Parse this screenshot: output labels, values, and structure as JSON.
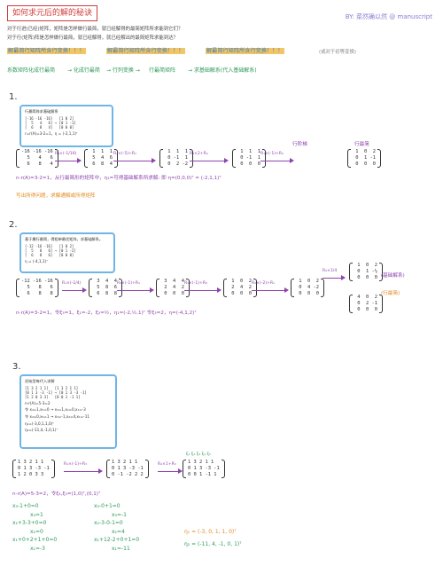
{
  "header": {
    "title": "如何求元后的解的秘诀",
    "author": "BY: 菜然确以然 @ manuscript"
  },
  "intro": {
    "line1": "对于行进(已经)矩阵，矩阵是怎样做行最简，就已经解得的最简矩阵所求能到它们？",
    "line2": "对于行(矩阵)阵是怎样做行最简，就已经解得，就已经解出的最简矩阵求能到达？",
    "tips": [
      "解最简行矩阵所含行变换！！！",
      "解最简行矩阵所含行变换！！！",
      "解最简行矩阵所含行变换！！！"
    ],
    "tip_note": "(或对于初等变换)",
    "flow": [
      "系数矩阵化成行最简",
      "→ 化成行最简",
      "→ 行列变换 →",
      "行最简矩阵",
      "→ 求基础解系(代入基础解系)"
    ]
  },
  "section1": {
    "number": "1.",
    "card_header": "行最简阵求基础解系",
    "card_matrix": "[-16 -16 -16]   [1 0 2]\n[  5   4   6] → [0 1 -1]\n[  6   8   4]   [0 0 0]",
    "card_footer": "r=r(A)=3-2=1，η = (-2,1,1)ᵀ",
    "matrices": [
      "-16 -16 -16\n  5   4   6\n  6   8   4",
      " 1  1  1\n 5  4  6\n 6  8  4",
      " 1  1  1\n 0 -1  1\n 0  2 -2",
      " 1  1  1\n 0 -1  1\n 0  0  0",
      " 1  0  2\n 0  1 -1\n 0  0  0"
    ],
    "ops": [
      "R₁×(-1/16)",
      "R₂×(-5)+R₁",
      "R₃×2+R₂",
      "R₁×(-1)+R₂"
    ],
    "labels": [
      "行阶梯",
      "行最简"
    ],
    "answer": "n-r(A)=3-2=1，从行最简形的矩阵中，η₁=可得基础解系所求解: 即 η=(0,0,0)ᵀ = (-2,1,1)ᵀ",
    "note": "写出所得问题，求解通解或所得矩阵"
  },
  "section2": {
    "number": "2.",
    "card_header": "基于属行最简，得相单最优矩阵，求基础解系。",
    "card_matrix": "[-12 -16 -16]   [1 0 2]\n[  5   8   6] → [0 1 -2]\n[  6   8   6]   [0 0 0]",
    "card_footer": "η = (-4,1,1)ᵀ",
    "matrices": [
      "-12 -16 -16\n  5   8   6\n  6   8   8",
      " 3  4  4\n 5  8  6\n 6  8  8",
      " 3  4  4\n 2  4  2\n 0  0  0",
      " 1  0  2\n 2  4  2\n 0  0  0",
      " 1  0  2\n 0  4 -2\n 0  0  0"
    ],
    "ops": [
      "R₁×(-1/4)",
      "R₂×(-1)+R₁",
      "R₁×(-1)+R₂",
      "R₂×(-2)+R₁",
      "R₂×1/4"
    ],
    "branch_top": " 1  0  2\n 0  1 -½\n 0  0  0",
    "branch_bot": " 4  0  2\n 0  2 -1\n 0  0  0",
    "branch_note": "(基础解系)",
    "branch_note2": "(行最简)",
    "answer": "n-r(A)=3-2=1，令ξ₃=1，ξ₁=-2，ξ₂=½，η₁=(-2,½,1)ᵀ 令ξ₃=2，η=(-4,1,2)ᵀ"
  },
  "section3": {
    "number": "3.",
    "card_header": "初始型每代入求解",
    "card_matrix": "[1 3 2 1 1]   [1 3 2 1 1]\n[0 1 3 -3 -1] → [0 1 3 -3 -1]\n[1 2 0 3 3]   [0 0 1 -1 1]",
    "card_lines": [
      "n-r(A)=5-3=2",
      "令 x₄=1,x₅=0 → x₃=1,x₂=0,x₁=-3",
      "令 x₄=0,x₅=1 → x₃=-1,x₂=4,x₁=-11",
      "η₁=(-3,0,1,1,0)ᵀ",
      "η₂=(-11,4,-1,0,1)ᵀ"
    ],
    "matrices": [
      "1 3 2 1 1\n0 1 3 -3 -1\n1 2 0 3 3",
      "1 3 2 1 1\n0 1 3 -3 -1\n0 -1 -2 2 2",
      "1 3 2 1 1\n0 1 3 -3 -1\n0 0 1 -1 1"
    ],
    "ops": [
      "R₁×(-1)+R₃",
      "R₂×1+R₃"
    ],
    "col_labels": "ξ₁ ξ₂ ξ₃ ξ₄ ξ₅",
    "answer": "n-r(A)=5-3=2，令ξ₄,ξ₅=(1,0)ᵀ,(0,1)ᵀ",
    "calc_left": [
      "x₃-1+0=0",
      "x₃=1",
      "x₂+3-3+0=0",
      "x₂=0",
      "x₁+0+2+1+0=0",
      "x₁=-3"
    ],
    "calc_right": [
      "x₃-0+1=0",
      "x₃=-1",
      "x₂-3-0-1=0",
      "x₂=4",
      "x₁+12-2+0+1=0",
      "x₁=-11"
    ],
    "eta1": "η₁ = (-3, 0, 1, 1, 0)ᵀ",
    "eta2": "η₂ = (-11, 4, -1, 0, 1)ᵀ"
  }
}
